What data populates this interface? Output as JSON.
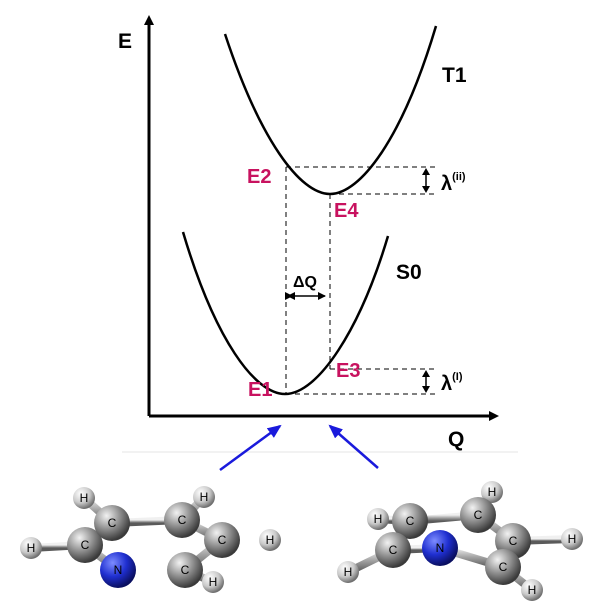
{
  "axes": {
    "y_label": "E",
    "x_label": "Q"
  },
  "curves": {
    "upper": "T1",
    "lower": "S0"
  },
  "energy_points": {
    "e1": "E1",
    "e2": "E2",
    "e3": "E3",
    "e4": "E4"
  },
  "annotations": {
    "delta_q": "ΔQ",
    "lambda_upper_base": "λ",
    "lambda_upper_sup": "(ii)",
    "lambda_lower_base": "λ",
    "lambda_lower_sup": "(I)"
  },
  "colors": {
    "energy_label": "#c8125f",
    "arrow": "#1a1adc",
    "nitrogen": "#1f2fd0",
    "carbon": "#8a8a8a",
    "hydrogen": "#d8d8d8"
  },
  "molecules": {
    "left": {
      "carbon": "C",
      "nitrogen": "N",
      "hydrogen": "H"
    },
    "right": {
      "carbon": "C",
      "nitrogen": "N",
      "hydrogen": "H"
    }
  }
}
